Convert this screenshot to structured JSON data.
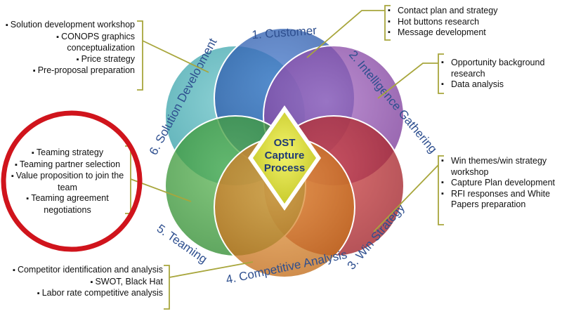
{
  "center": {
    "line1": "OST",
    "line2": "Capture",
    "line3": "Process"
  },
  "stages": [
    {
      "label": "1. Customer",
      "color": "#2f5fae"
    },
    {
      "label": "2. Intelligence Gathering",
      "color": "#8b4aa6"
    },
    {
      "label": "3. Win Strategy",
      "color": "#b3282f"
    },
    {
      "label": "4. Competitive Analysis",
      "color": "#d27a1f"
    },
    {
      "label": "5. Teaming",
      "color": "#3f9a3a"
    },
    {
      "label": "6. Solution Development",
      "color": "#3fa8b0"
    }
  ],
  "notes": {
    "customer": [
      "Contact plan and strategy",
      "Hot buttons research",
      "Message development"
    ],
    "intelligence": [
      "Opportunity background research",
      "Data analysis"
    ],
    "win_strategy": [
      "Win themes/win strategy workshop",
      "Capture Plan development",
      "RFI responses and White Papers preparation"
    ],
    "competitive": [
      "Competitor identification and analysis",
      "SWOT, Black Hat",
      "Labor rate competitive analysis"
    ],
    "teaming": [
      "Teaming strategy",
      "Teaming partner selection",
      "Value proposition to join the team",
      "Teaming agreement negotiations"
    ],
    "solution": [
      "Solution development workshop",
      "CONOPS graphics conceptualization",
      "Price strategy",
      "Pre-proposal preparation"
    ]
  },
  "colors": {
    "highlight_ring": "#d0141c",
    "callout_line": "#a8a63c",
    "center_fill": "#dfe13a",
    "label_text": "#2e4f8f"
  }
}
